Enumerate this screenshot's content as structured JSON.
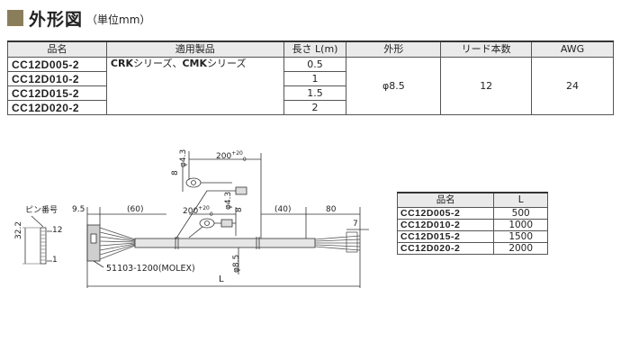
{
  "header": {
    "title": "外形図",
    "subtitle": "（単位mm）"
  },
  "spec_table": {
    "headers": [
      "品名",
      "適用製品",
      "長さ L(m)",
      "外形",
      "リード本数",
      "AWG"
    ],
    "models": [
      "CC12D005-2",
      "CC12D010-2",
      "CC12D015-2",
      "CC12D020-2"
    ],
    "product_parts": {
      "a": "CRK",
      "b": "シリーズ、",
      "c": "CMK",
      "d": "シリーズ"
    },
    "lengths_m": [
      "0.5",
      "1",
      "1.5",
      "2"
    ],
    "outer_diameter": "φ8.5",
    "lead_count": "12",
    "awg": "24"
  },
  "drawing": {
    "pin_label": "ピン番号",
    "pin_high": "12",
    "pin_low": "1",
    "dim_left_height": "32.2",
    "dim_9_5": "9.5",
    "dim_60": "(60)",
    "dim_200_top": "200",
    "dim_200_mid": "200",
    "tol_plus": "+20",
    "tol_zero": "0",
    "dim_40": "(40)",
    "dim_80": "80",
    "dim_7": "7",
    "dim_phi43_top": "φ4.3",
    "dim_phi43_mid": "φ4.3",
    "dim_8_top": "8",
    "dim_8_mid": "8",
    "dim_phi85": "φ8.5",
    "connector_label": "51103-1200(MOLEX)",
    "length_label": "L"
  },
  "length_table": {
    "headers": [
      "品名",
      "L"
    ],
    "rows": [
      {
        "model": "CC12D005-2",
        "L": "500"
      },
      {
        "model": "CC12D010-2",
        "L": "1000"
      },
      {
        "model": "CC12D015-2",
        "L": "1500"
      },
      {
        "model": "CC12D020-2",
        "L": "2000"
      }
    ]
  }
}
